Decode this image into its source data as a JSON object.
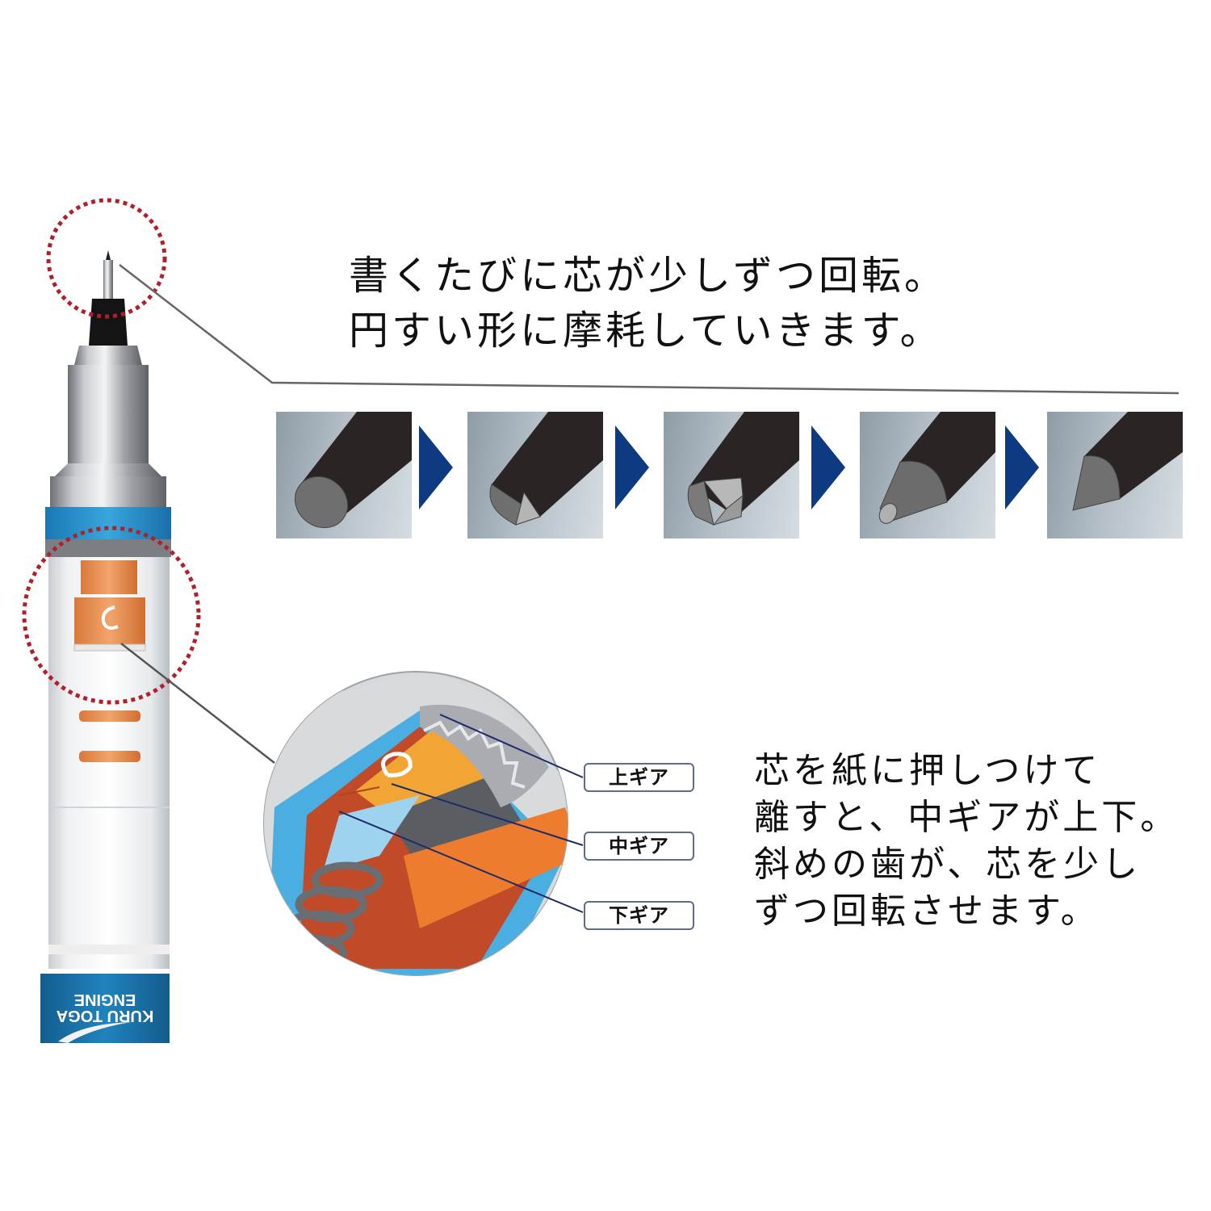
{
  "headline": {
    "line1": "書くたびに芯が少しずつ回転。",
    "line2": "円すい形に摩耗していきます。"
  },
  "wear_sequence": {
    "stages": [
      {
        "label": "flat-round-tip"
      },
      {
        "label": "one-facet-worn"
      },
      {
        "label": "multi-facet-worn"
      },
      {
        "label": "truncated-cone"
      },
      {
        "label": "cone-point"
      }
    ],
    "arrow_color": "#0d3a80"
  },
  "gear_labels": {
    "upper": "上ギア",
    "middle": "中ギア",
    "lower": "下ギア"
  },
  "description": {
    "line1": "芯を紙に押しつけて",
    "line2": "離すと、中ギアが上下。",
    "line3": "斜めの歯が、芯を少し",
    "line4": "ずつ回転させます。"
  },
  "pencil": {
    "brand_line1": "KURU TOGA",
    "brand_line2": "ENGINE",
    "accent_color": "#1e86c6",
    "highlight_circle_color": "#b0202a",
    "gear_color": "#e8894a"
  }
}
